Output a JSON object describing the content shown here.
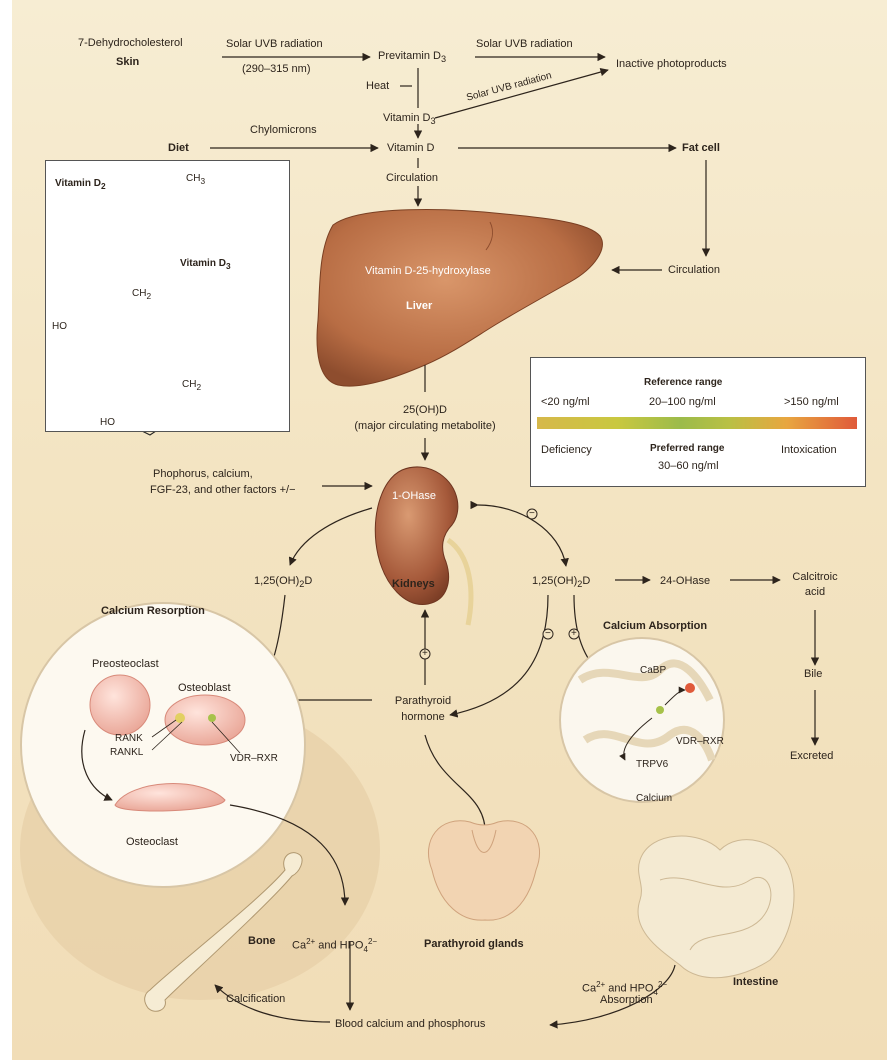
{
  "skin": {
    "precursor": "7-Dehydrocholesterol",
    "label": "Skin",
    "uvb_label": "Solar UVB radiation",
    "uvb_range": "(290–315 nm)",
    "previtamin": "Previtamin D",
    "previtamin_sub": "3",
    "uvb_label_2": "Solar UVB radiation",
    "inactive": "Inactive photoproducts",
    "heat": "Heat",
    "vitamin_d3": "Vitamin D",
    "vitamin_d3_sub": "3",
    "uvb_label_3": "Solar UVB radiation"
  },
  "diet": {
    "label": "Diet",
    "chylomicrons": "Chylomicrons",
    "vitamin_d": "Vitamin D",
    "fat_cell": "Fat cell",
    "circulation_1": "Circulation",
    "circulation_2": "Circulation"
  },
  "structures": {
    "label_1": "Vitamin D",
    "label_1_sub": "2",
    "label_2": "Vitamin D",
    "label_2_sub": "3",
    "ch3_1": "CH",
    "ch3_1_sub": "3",
    "ch2_1": "CH",
    "ch2_1_sub": "2",
    "ch2_2": "CH",
    "ch2_2_sub": "2",
    "ho_1": "HO",
    "ho_2": "HO"
  },
  "liver": {
    "enzyme": "Vitamin D-25-hydroxylase",
    "label": "Liver",
    "metabolite": "25(OH)D",
    "metabolite_note": "(major circulating metabolite)"
  },
  "range": {
    "reference_label": "Reference range",
    "low": "<20 ng/ml",
    "reference": "20–100 ng/ml",
    "high": ">150 ng/ml",
    "deficiency": "Deficiency",
    "preferred_label": "Preferred range",
    "preferred": "30–60 ng/ml",
    "intoxication": "Intoxication"
  },
  "kidney": {
    "factors_1": "Phophorus, calcium,",
    "factors_2": "FGF-23, and other factors +/−",
    "enzyme": "1-OHase",
    "label": "Kidneys",
    "calcitriol_left": "1,25(OH)",
    "calcitriol_left_sub": "2",
    "calcitriol_left_end": "D",
    "calcitriol_right": "1,25(OH)",
    "calcitriol_right_sub": "2",
    "calcitriol_right_end": "D",
    "enzyme_24": "24-OHase",
    "calcitroic_1": "Calcitroic",
    "calcitroic_2": "acid",
    "bile": "Bile",
    "excreted": "Excreted",
    "minus": "−",
    "plus": "+"
  },
  "resorption": {
    "title": "Calcium Resorption",
    "preosteoclast": "Preosteoclast",
    "osteoblast": "Osteoblast",
    "rank": "RANK",
    "rankl": "RANKL",
    "vdr_rxr": "VDR–RXR",
    "osteoclast": "Osteoclast"
  },
  "absorption": {
    "title": "Calcium Absorption",
    "cabp": "CaBP",
    "vdr_rxr": "VDR–RXR",
    "trpv6": "TRPV6",
    "calcium": "Calcium"
  },
  "pth": {
    "line_1": "Parathyroid",
    "line_2": "hormone",
    "glands": "Parathyroid glands"
  },
  "bottom": {
    "bone": "Bone",
    "ca_hpo4": "Ca",
    "ca_sup": "2+",
    "and_hpo4": " and HPO",
    "hpo4_sub": "4",
    "hpo4_sup": "2−",
    "calcification": "Calcification",
    "blood": "Blood calcium and phosphorus",
    "intestine": "Intestine",
    "abs_ca": "Ca",
    "abs_ca_sup": "2+",
    "abs_and": " and HPO",
    "abs_sub": "4",
    "abs_sup": "2−",
    "abs_label": "Absorption"
  }
}
